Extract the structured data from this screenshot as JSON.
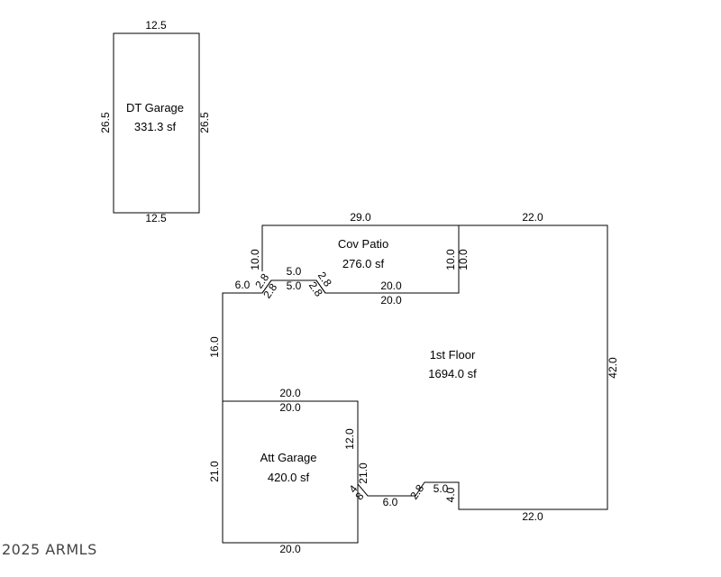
{
  "rooms": {
    "dt_garage": {
      "name": "DT Garage",
      "area": "331.3 sf"
    },
    "cov_patio": {
      "name": "Cov Patio",
      "area": "276.0 sf"
    },
    "first_floor": {
      "name": "1st Floor",
      "area": "1694.0 sf"
    },
    "att_garage": {
      "name": "Att Garage",
      "area": "420.0 sf"
    }
  },
  "dims": {
    "dt_top": "12.5",
    "dt_bottom": "12.5",
    "dt_left": "26.5",
    "dt_right": "26.5",
    "patio_top": "29.0",
    "floor_top": "22.0",
    "patio_left": "10.0",
    "patio_right_a": "10.0",
    "patio_right_b": "10.0",
    "notch_top": "5.0",
    "notch_bottom": "5.0",
    "notch_diag_a": "2.8",
    "notch_diag_b": "2.8",
    "notch_diag_c": "2.8",
    "notch_diag_d": "2.8",
    "patio_bottom_a": "20.0",
    "patio_bottom_b": "20.0",
    "step_left": "6.0",
    "floor_left": "16.0",
    "floor_right": "42.0",
    "garage_top_a": "20.0",
    "garage_top_b": "20.0",
    "garage_right_a": "12.0",
    "garage_right_b": "21.0",
    "garage_left": "21.0",
    "garage_bottom": "20.0",
    "small_a": "4",
    "small_b": "8",
    "bottom_6": "6.0",
    "bottom_diag": "2.8",
    "bottom_5": "5.0",
    "bottom_4": "4.0",
    "floor_bottom": "22.0"
  },
  "watermark": "2025 ARMLS"
}
